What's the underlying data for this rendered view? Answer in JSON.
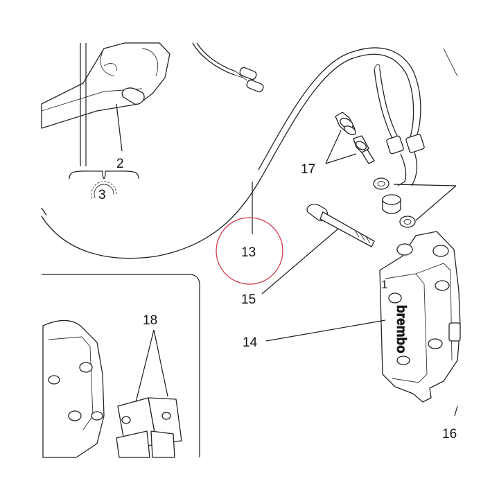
{
  "callouts": {
    "c2": "2",
    "c3": "3",
    "c13": "13",
    "c14": "14",
    "c15": "15",
    "c16": "16",
    "c17": "17",
    "c18": "18"
  },
  "caliper_brand": "brembo",
  "caliper_number": "1",
  "colors": {
    "highlight_circle": "#d23a4a",
    "line": "#1a1a1a",
    "background": "#ffffff"
  }
}
